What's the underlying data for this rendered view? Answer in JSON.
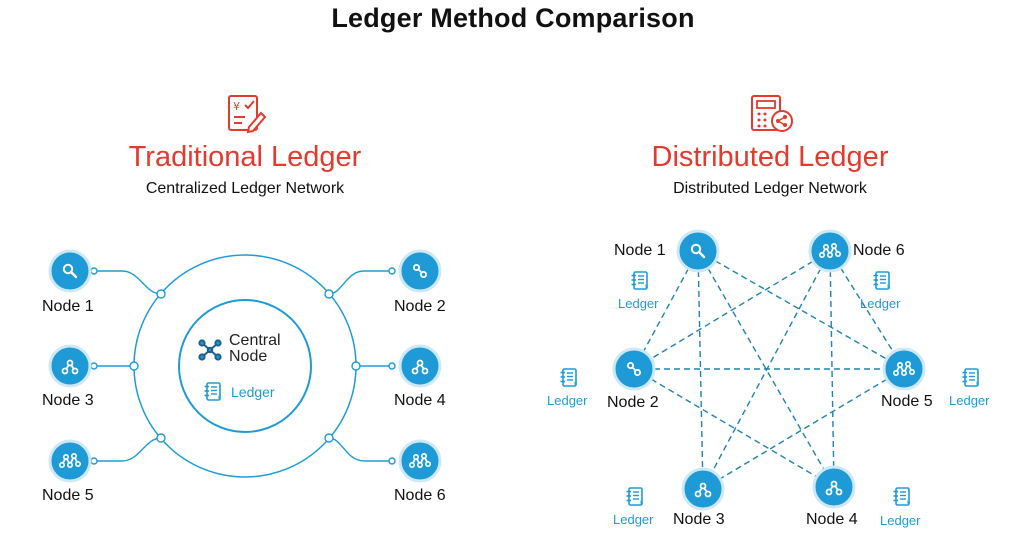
{
  "title": "Ledger Method Comparison",
  "traditional": {
    "heading": "Traditional Ledger",
    "subheading": "Centralized Ledger Network",
    "central_line1": "Central",
    "central_line2": "Node",
    "ledger_label": "Ledger",
    "nodes": [
      "Node 1",
      "Node 2",
      "Node 3",
      "Node 4",
      "Node 5",
      "Node 6"
    ]
  },
  "distributed": {
    "heading": "Distributed Ledger",
    "subheading": "Distributed Ledger Network",
    "nodes": [
      "Node 1",
      "Node 2",
      "Node 3",
      "Node 4",
      "Node 5",
      "Node 6"
    ],
    "ledger_label": "Ledger"
  },
  "colors": {
    "accent": "#1e9bd7",
    "heading": "#e23b2e",
    "text": "#111111"
  }
}
